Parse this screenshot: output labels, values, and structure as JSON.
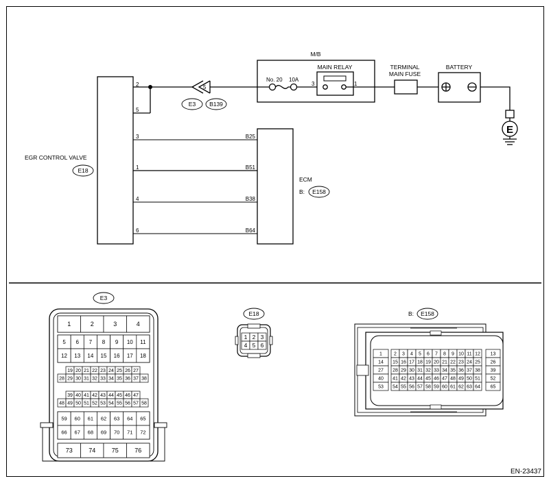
{
  "labels": {
    "mb": "M/B",
    "main_relay": "MAIN RELAY",
    "fuse": "No. 20",
    "fuse_rating": "10A",
    "terminal_main_fuse_1": "TERMINAL",
    "terminal_main_fuse_2": "MAIN FUSE",
    "battery": "BATTERY",
    "egr_valve": "EGR CONTROL VALVE",
    "ecm": "ECM",
    "ecm_prefix": "B:",
    "doc_id": "EN-23437"
  },
  "connectors": {
    "e3": "E3",
    "b139": "B139",
    "e18": "E18",
    "e158": "E158",
    "e158_prefix": "B:"
  },
  "pins": {
    "relay_in": "3",
    "relay_out": "1",
    "junction": "5",
    "egr": [
      "2",
      "5",
      "3",
      "1",
      "4",
      "6"
    ],
    "ecm": [
      "B25",
      "B51",
      "B38",
      "B64"
    ]
  },
  "ground_symbol": "E",
  "e3_connector": {
    "row_top": [
      "1",
      "2",
      "3",
      "4"
    ],
    "row_a": [
      "5",
      "6",
      "7",
      "8",
      "9",
      "10",
      "11"
    ],
    "row_b": [
      "12",
      "13",
      "14",
      "15",
      "16",
      "17",
      "18"
    ],
    "row_c": [
      "19",
      "20",
      "21",
      "22",
      "23",
      "24",
      "25",
      "26",
      "27"
    ],
    "row_d": [
      "28",
      "29",
      "30",
      "31",
      "32",
      "33",
      "34",
      "35",
      "36",
      "37",
      "38"
    ],
    "row_e": [
      "39",
      "40",
      "41",
      "42",
      "43",
      "44",
      "45",
      "46",
      "47"
    ],
    "row_f": [
      "48",
      "49",
      "50",
      "51",
      "52",
      "53",
      "54",
      "55",
      "56",
      "57",
      "58"
    ],
    "row_g": [
      "59",
      "60",
      "61",
      "62",
      "63",
      "64",
      "65"
    ],
    "row_h": [
      "66",
      "67",
      "68",
      "69",
      "70",
      "71",
      "72"
    ],
    "row_bottom": [
      "73",
      "74",
      "75",
      "76"
    ]
  },
  "e18_connector": {
    "row_1": [
      "1",
      "2",
      "3"
    ],
    "row_2": [
      "4",
      "5",
      "6"
    ]
  },
  "e158_connector": {
    "col_left": [
      "1",
      "14",
      "27",
      "40",
      "53"
    ],
    "rows": [
      [
        "2",
        "3",
        "4",
        "5",
        "6",
        "7",
        "8",
        "9",
        "10",
        "11",
        "12"
      ],
      [
        "15",
        "16",
        "17",
        "18",
        "19",
        "20",
        "21",
        "22",
        "23",
        "24",
        "25"
      ],
      [
        "28",
        "29",
        "30",
        "31",
        "32",
        "33",
        "34",
        "35",
        "36",
        "37",
        "38"
      ],
      [
        "41",
        "42",
        "43",
        "44",
        "45",
        "46",
        "47",
        "48",
        "49",
        "50",
        "51"
      ],
      [
        "54",
        "55",
        "56",
        "57",
        "58",
        "59",
        "60",
        "61",
        "62",
        "63",
        "64"
      ]
    ],
    "col_right": [
      "13",
      "26",
      "39",
      "52",
      "65"
    ]
  }
}
